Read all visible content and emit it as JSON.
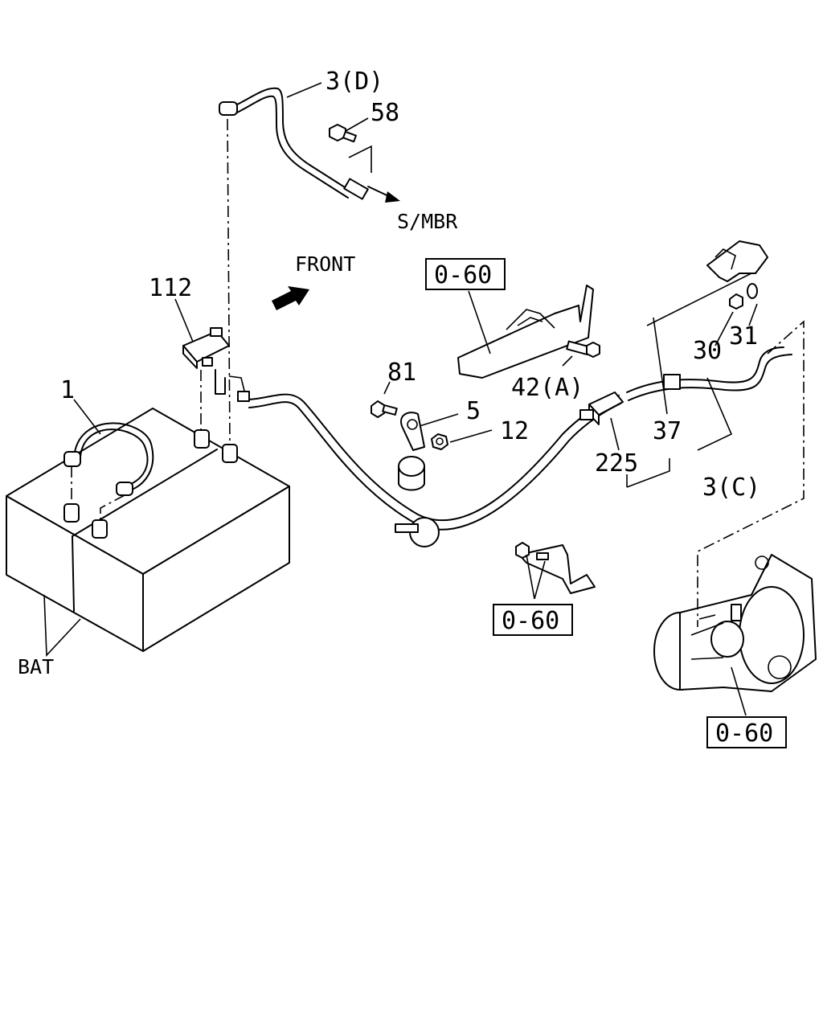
{
  "diagram": {
    "labels": {
      "cable_3d": "3(D)",
      "bolt_58": "58",
      "smbr": "S/MBR",
      "front": "FRONT",
      "ref_top": "0-60",
      "terminal_112": "112",
      "cable_1": "1",
      "bolt_81": "81",
      "clamp_5": "5",
      "nut_12": "12",
      "bolt_42a": "42(A)",
      "nut_30": "30",
      "washer_31": "31",
      "cover_37": "37",
      "connector_225": "225",
      "cable_3c": "3(C)",
      "ref_mid": "0-60",
      "ref_starter": "0-60",
      "battery": "BAT"
    }
  }
}
